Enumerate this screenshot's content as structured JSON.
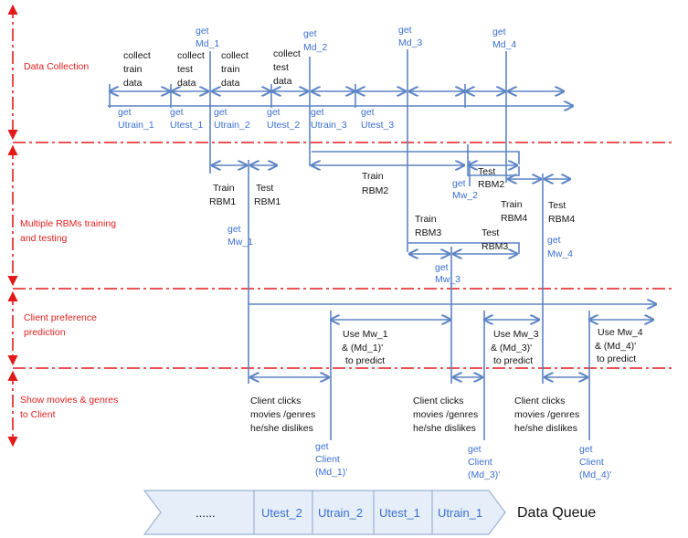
{
  "stages": {
    "data_collection": "Data Collection",
    "rbm_line1": "Multiple RBMs training",
    "rbm_line2": "and testing",
    "pref_line1": "Client preference",
    "pref_line2": "prediction",
    "show_line1": "Show movies & genres",
    "show_line2": "to Client"
  },
  "collect": {
    "c1": [
      "collect",
      "train",
      "data"
    ],
    "c2": [
      "collect",
      "test",
      "data"
    ],
    "c3": [
      "collect",
      "train",
      "data"
    ],
    "c4": [
      "collect",
      "test",
      "data"
    ]
  },
  "gets": {
    "md1": [
      "get",
      "Md_1"
    ],
    "md2": [
      "get",
      "Md_2"
    ],
    "md3": [
      "get",
      "Md_3"
    ],
    "md4": [
      "get",
      "Md_4"
    ],
    "utrain1": [
      "get",
      "Utrain_1"
    ],
    "utest1": [
      "get",
      "Utest_1"
    ],
    "utrain2": [
      "get",
      "Utrain_2"
    ],
    "utest2": [
      "get",
      "Utest_2"
    ],
    "utrain3": [
      "get",
      "Utrain_3"
    ],
    "utest3": [
      "get",
      "Utest_3"
    ],
    "mw1": [
      "get",
      "Mw_1"
    ],
    "mw2": [
      "get",
      "Mw_2"
    ],
    "mw3": [
      "get",
      "Mw_3"
    ],
    "mw4": [
      "get",
      "Mw_4"
    ],
    "client1": [
      "get",
      "Client",
      "(Md_1)'"
    ],
    "client3": [
      "get",
      "Client",
      "(Md_3)'"
    ],
    "client4": [
      "get",
      "Client",
      "(Md_4)'"
    ]
  },
  "rbm": {
    "train1": [
      "Train",
      "RBM1"
    ],
    "test1": [
      "Test",
      "RBM1"
    ],
    "train2": [
      "Train",
      "RBM2"
    ],
    "test2": [
      "Test",
      "RBM2"
    ],
    "train3": [
      "Train",
      "RBM3"
    ],
    "test3": [
      "Test",
      "RBM3"
    ],
    "train4": [
      "Train",
      "RBM4"
    ],
    "test4": [
      "Test",
      "RBM4"
    ]
  },
  "predict": {
    "p1": [
      "Use Mw_1",
      "& (Md_1)'",
      "to predict"
    ],
    "p3": [
      "Use Mw_3",
      "& (Md_3)'",
      "to predict"
    ],
    "p4": [
      "Use Mw_4",
      "& (Md_4)'",
      "to predict"
    ]
  },
  "clicks": {
    "k1": [
      "Client clicks",
      "movies /genres",
      "he/she dislikes"
    ],
    "k3": [
      "Client clicks",
      "movies /genres",
      "he/she dislikes"
    ],
    "k4": [
      "Client clicks",
      "movies /genres",
      "he/she dislikes"
    ]
  },
  "queue": {
    "cells": [
      "......",
      "Utest_2",
      "Utrain_2",
      "Utest_1",
      "Utrain_1"
    ],
    "label": "Data Queue"
  },
  "colors": {
    "stage_text": "#e02020",
    "flow_text": "#3a6fd0",
    "flow_line": "#5b84c4",
    "divider": "#e21a1a",
    "queue_fill": "#e6eff9"
  }
}
